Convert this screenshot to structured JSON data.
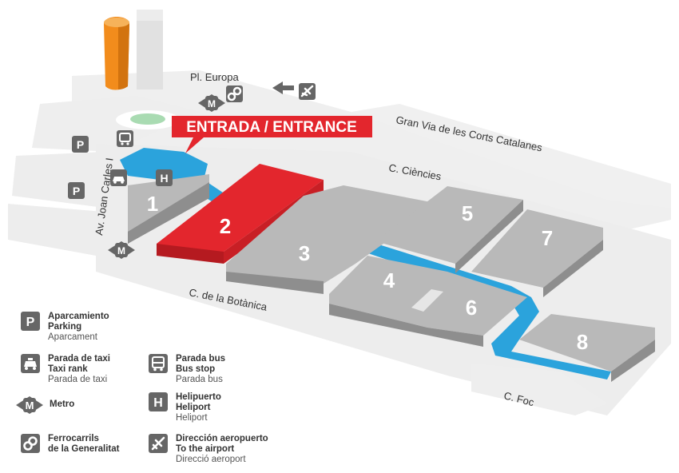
{
  "entrance_label": "ENTRADA / ENTRANCE",
  "streets": {
    "pl_europa": "Pl. Europa",
    "gran_via": "Gran Via de les Corts Catalanes",
    "c_ciencies": "C. Ciències",
    "av_joan_carles": "Av. Joan Carles I",
    "c_botanica": "C. de la Botànica",
    "c_foc": "C. Foc"
  },
  "halls": [
    "1",
    "2",
    "3",
    "4",
    "5",
    "6",
    "7",
    "8"
  ],
  "map_icons": {
    "parking": "P",
    "metro": "M",
    "heliport": "H"
  },
  "legend": {
    "parking": {
      "line1": "Aparcamiento",
      "line2": "Parking",
      "line3": "Aparcament",
      "icon": "parking-icon"
    },
    "taxi": {
      "line1": "Parada de taxi",
      "line2": "Taxi rank",
      "line3": "Parada de taxi",
      "icon": "taxi-icon"
    },
    "bus": {
      "line1": "Parada bus",
      "line2": "Bus stop",
      "line3": "Parada bus",
      "icon": "bus-icon"
    },
    "metro": {
      "line1": "Metro",
      "icon": "metro-icon"
    },
    "heliport": {
      "line1": "Helipuerto",
      "line2": "Heliport",
      "line3": "Heliport",
      "icon": "heliport-icon"
    },
    "fgc": {
      "line1": "Ferrocarrils",
      "line2": "de la Generalitat",
      "icon": "fgc-icon"
    },
    "airport": {
      "line1": "Dirección aeropuerto",
      "line2": "To the airport",
      "line3": "Direcció aeroport",
      "icon": "airport-icon"
    }
  },
  "colors": {
    "hall": "#b9b9b9",
    "hall_side": "#8e8e8e",
    "entrance_hall": "#e3262d",
    "walkway": "#2ba3dc",
    "ground": "#ececec",
    "icon": "#666666",
    "tower_orange": "#f28c1c"
  }
}
